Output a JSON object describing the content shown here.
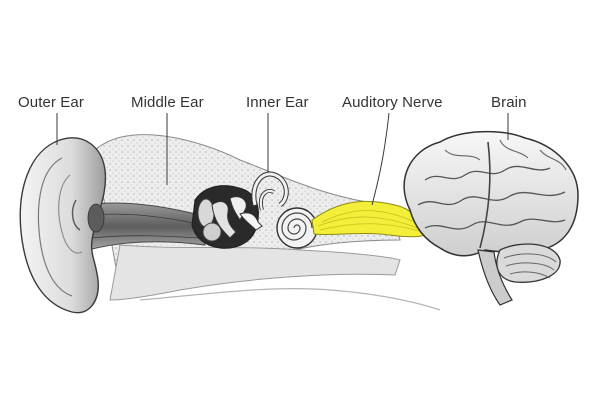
{
  "labels": {
    "outer_ear": "Outer Ear",
    "middle_ear": "Middle Ear",
    "inner_ear": "Inner Ear",
    "auditory_nerve": "Auditory Nerve",
    "brain": "Brain"
  },
  "colors": {
    "nerve": "#f2ee3a",
    "line": "#3a3a3a",
    "shade_dark": "#6d6d6d",
    "shade_mid": "#bdbdbd",
    "shade_light": "#e9e9e9"
  }
}
